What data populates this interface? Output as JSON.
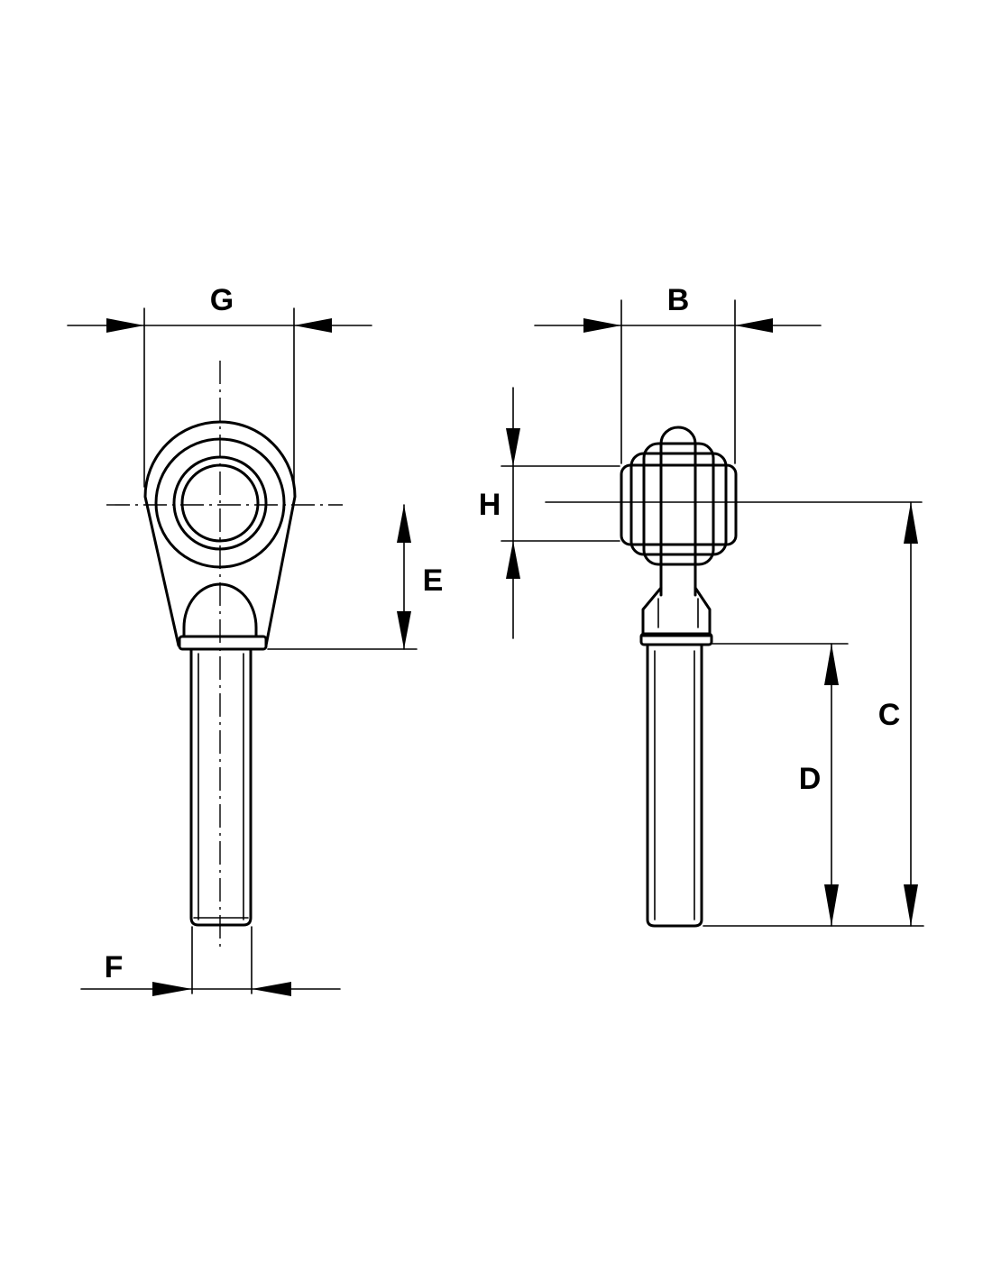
{
  "diagram": {
    "dimension_labels": {
      "g": "G",
      "b": "B",
      "h": "H",
      "e": "E",
      "c": "C",
      "d": "D",
      "f": "F"
    },
    "colors": {
      "line": "#000000",
      "background": "#ffffff"
    }
  }
}
